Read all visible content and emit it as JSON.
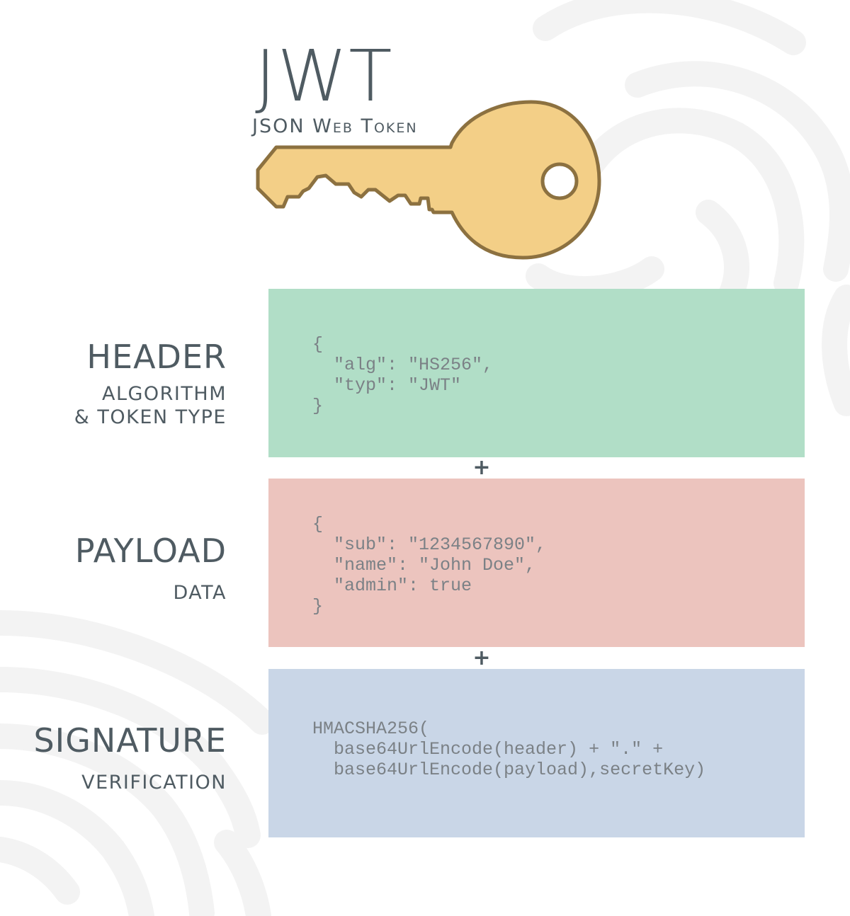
{
  "title": "JWT",
  "subtitle": "JSON Web Token",
  "sections": {
    "header": {
      "title": "HEADER",
      "subtitle": "ALGORITHM\n& TOKEN TYPE",
      "code": "{\n  \"alg\": \"HS256\",\n  \"typ\": \"JWT\"\n}",
      "color": "#b1dec7"
    },
    "payload": {
      "title": "PAYLOAD",
      "subtitle": "DATA",
      "code": "{\n  \"sub\": \"1234567890\",\n  \"name\": \"John Doe\",\n  \"admin\": true\n}",
      "color": "#ecc4be"
    },
    "signature": {
      "title": "SIGNATURE",
      "subtitle": "VERIFICATION",
      "code": "HMACSHA256(\n  base64UrlEncode(header) + \".\" +\n  base64UrlEncode(payload),secretKey)",
      "color": "#c9d6e7"
    }
  },
  "operators": {
    "plus_1": "+",
    "plus_2": "+"
  },
  "colors": {
    "text": "#4f5b62",
    "code": "#7b8186",
    "key_fill": "#f3cf87",
    "key_stroke": "#8c7140"
  },
  "icons": {
    "key": "key-icon"
  }
}
